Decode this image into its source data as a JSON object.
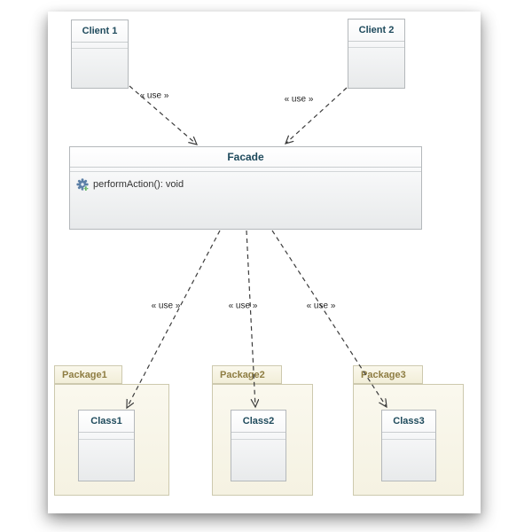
{
  "colors": {
    "class_title_text": "#1e4a5c",
    "package_title_text": "#8e7d42",
    "package_border": "#cdc9ae",
    "class_border": "#b4b8bb",
    "arrow": "#3c3c3c",
    "method_text": "#333333",
    "gear_icon": "#5b7fa6",
    "plus_icon": "#3d9e3d"
  },
  "nodes": {
    "client1": {
      "label": "Client 1"
    },
    "client2": {
      "label": "Client 2"
    },
    "facade": {
      "label": "Facade",
      "method": "performAction(): void",
      "method_icon": "gear-plus-icon"
    },
    "packages": [
      {
        "label": "Package1",
        "class_label": "Class1"
      },
      {
        "label": "Package2",
        "class_label": "Class2"
      },
      {
        "label": "Package3",
        "class_label": "Class3"
      }
    ]
  },
  "edges": {
    "use_label": "« use »",
    "connections": [
      "Client 1 -> Facade (use)",
      "Client 2 -> Facade (use)",
      "Facade -> Class1 (use)",
      "Facade -> Class2 (use)",
      "Facade -> Class3 (use)"
    ]
  }
}
